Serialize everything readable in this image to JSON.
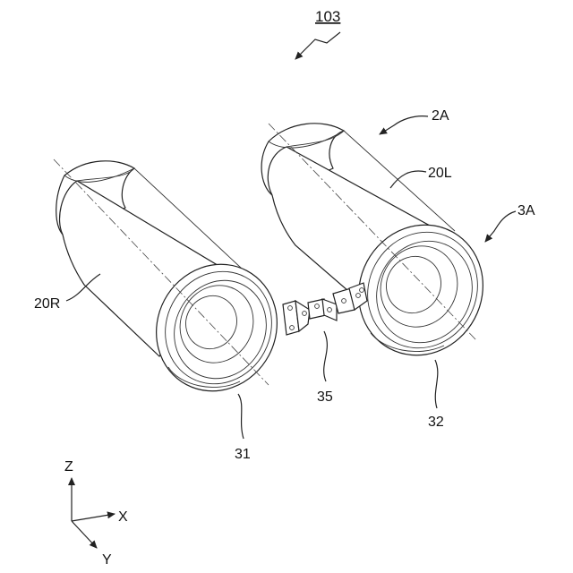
{
  "figure": {
    "reference_number": "103",
    "labels": {
      "assembly_left": "2A",
      "assembly_right": "3A",
      "barrel_left": "20L",
      "barrel_right": "20R",
      "eyepiece_right": "31",
      "eyepiece_left": "32",
      "linkage": "35"
    },
    "axes": {
      "z": "Z",
      "x": "X",
      "y": "Y"
    }
  }
}
